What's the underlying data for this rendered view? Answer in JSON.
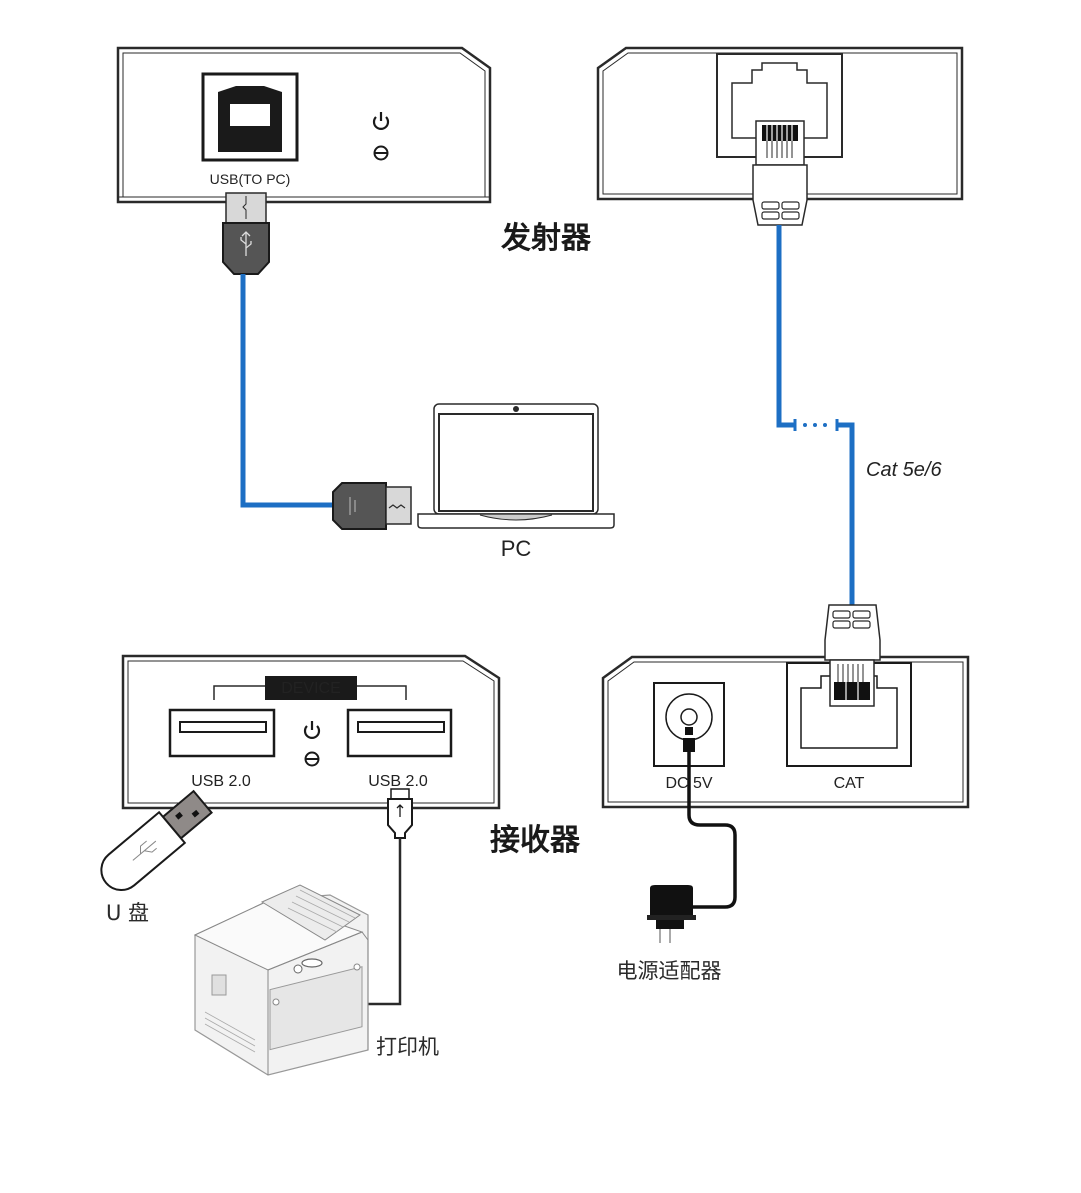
{
  "colors": {
    "cable_blue": "#1d6fc4",
    "outline": "#2a2a2a",
    "plug_dark": "#4a4a4a",
    "plug_light": "#d8d8d8",
    "device_label_bg": "#1a1a1a"
  },
  "transmitter": {
    "title": "发射器",
    "port_label": "USB(TO PC)",
    "icons": [
      "power-icon",
      "link-led-icon"
    ]
  },
  "transmitter_rj45": {
    "icons": [
      "rj45-port-icon",
      "rj45-plug-icon"
    ]
  },
  "pc": {
    "label": "PC",
    "icon": "laptop-icon"
  },
  "cable": {
    "label": "Cat 5e/6"
  },
  "receiver": {
    "title": "接收器",
    "device_header": "DEVICE",
    "port_left_label": "USB 2.0",
    "port_right_label": "USB 2.0",
    "icons": [
      "power-icon",
      "link-led-icon"
    ]
  },
  "receiver_power": {
    "dc_label": "DC 5V",
    "cat_label": "CAT"
  },
  "peripherals": {
    "usb_drive_label": "U 盘",
    "printer_label": "打印机",
    "adapter_label": "电源适配器"
  }
}
